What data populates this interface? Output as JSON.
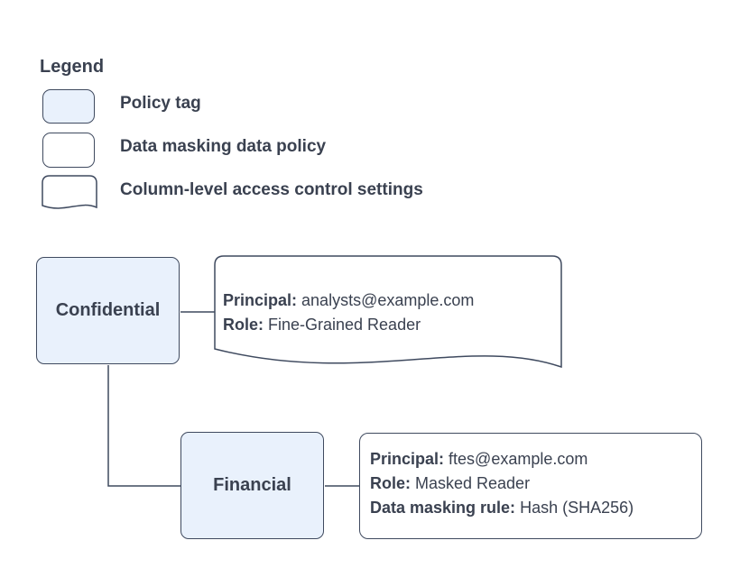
{
  "colors": {
    "background": "#ffffff",
    "policy_tag_fill": "#e9f1fc",
    "shape_border": "#3f4a5f",
    "text": "#3a4150"
  },
  "legend": {
    "title": "Legend",
    "items": [
      {
        "swatch": "policy-tag-swatch",
        "label": "Policy tag"
      },
      {
        "swatch": "data-masking-policy-swatch",
        "label": "Data masking data policy"
      },
      {
        "swatch": "column-access-settings-swatch",
        "label": "Column-level access control settings"
      }
    ]
  },
  "diagram": {
    "confidential_tag": {
      "label": "Confidential"
    },
    "financial_tag": {
      "label": "Financial"
    },
    "confidential_settings": {
      "lines": [
        {
          "label": "Principal:",
          "value": " analysts@example.com"
        },
        {
          "label": "Role:",
          "value": " Fine-Grained Reader"
        }
      ]
    },
    "financial_policy": {
      "lines": [
        {
          "label": "Principal:",
          "value": " ftes@example.com"
        },
        {
          "label": "Role:",
          "value": " Masked Reader"
        },
        {
          "label": "Data masking rule:",
          "value": " Hash (SHA256)"
        }
      ]
    }
  }
}
